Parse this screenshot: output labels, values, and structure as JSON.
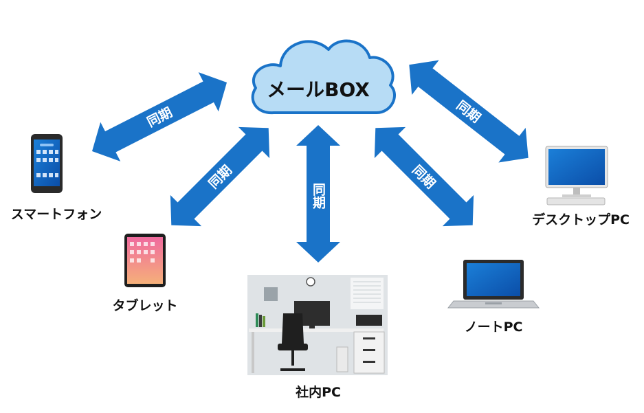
{
  "diagram": {
    "hub": {
      "label": "メールBOX"
    },
    "sync_label": "同期",
    "devices": [
      {
        "id": "smartphone",
        "label": "スマートフォン"
      },
      {
        "id": "tablet",
        "label": "タブレット"
      },
      {
        "id": "office_pc",
        "label": "社内PC"
      },
      {
        "id": "laptop",
        "label": "ノートPC"
      },
      {
        "id": "desktop",
        "label": "デスクトップPC"
      }
    ],
    "colors": {
      "arrow": "#1a73c8",
      "cloud_fill": "#b7dcf5",
      "cloud_stroke": "#1a73c8",
      "text": "#111111"
    }
  }
}
